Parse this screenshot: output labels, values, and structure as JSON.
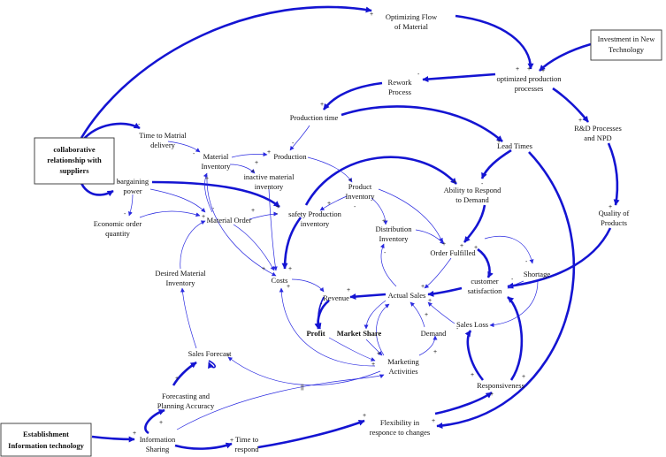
{
  "colors": {
    "link": "#1414d2",
    "text": "#111111",
    "box_border": "#333333"
  },
  "boxes": {
    "collaborative": [
      "collaborative",
      "relationship with",
      "suppliers"
    ],
    "investment": [
      "Investment in New",
      "Technology"
    ],
    "establishment": [
      "Establishment",
      "Information technology"
    ]
  },
  "nodes": {
    "optimizing_flow": [
      "Optimizing Flow",
      "of Material"
    ],
    "optimized_production": [
      "optimized production",
      "processes"
    ],
    "rework": [
      "Rework",
      "Process"
    ],
    "production_time": [
      "Production time"
    ],
    "lead_times": [
      "Lead Times"
    ],
    "rd_processes": [
      "R&D Processes",
      "and NPD"
    ],
    "time_to_matrial": [
      "Time to Matrial",
      "delivery"
    ],
    "material_inventory": [
      "Material",
      "Inventory"
    ],
    "production": [
      "Production"
    ],
    "inactive_material": [
      "inactive material",
      "inventory"
    ],
    "bargaining": [
      "bargaining",
      "power"
    ],
    "economic_order": [
      "Economic order",
      "quantity"
    ],
    "material_order": [
      "Material Order"
    ],
    "safety_production": [
      "safety Production",
      "inventory"
    ],
    "product_inventory": [
      "Product",
      "Inventory"
    ],
    "ability_respond": [
      "Ability to Respond",
      "to Demand"
    ],
    "quality_products": [
      "Quality of",
      "Products"
    ],
    "distribution_inventory": [
      "Distribution",
      "Inventory"
    ],
    "order_fulfilled": [
      "Order Fulfilled"
    ],
    "shortage": [
      "Shortage"
    ],
    "customer_satisfaction": [
      "customer",
      "satisfaction"
    ],
    "desired_material": [
      "Desired Material",
      "Inventory"
    ],
    "costs": [
      "Costs"
    ],
    "revenue": [
      "Revenue"
    ],
    "actual_sales": [
      "Actual Sales"
    ],
    "profit": [
      "Profit"
    ],
    "market_share": [
      "Market Share"
    ],
    "demand": [
      "Demand"
    ],
    "sales_loss": [
      "Sales Loss"
    ],
    "sales_forecast": [
      "Sales Forecast"
    ],
    "marketing": [
      "Marketing",
      "Activities"
    ],
    "responsiveness": [
      "Responsiveness"
    ],
    "forecasting": [
      "Forecasting and",
      "Planning Accuracy"
    ],
    "flexibility": [
      "Flexibility in",
      "responce to changes"
    ],
    "information_sharing": [
      "Information",
      "Sharing"
    ],
    "time_to_respond": [
      "Time to",
      "respond"
    ]
  },
  "signs": {
    "plus": "+",
    "minus": "-"
  },
  "delay_mark": "||"
}
